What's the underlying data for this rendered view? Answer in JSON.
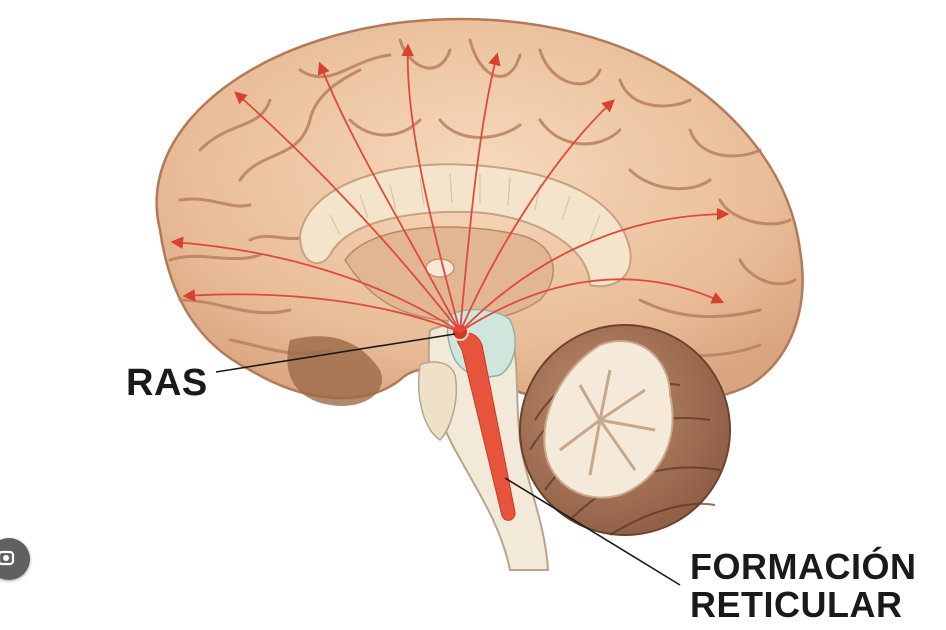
{
  "labels": {
    "ras": "RAS",
    "formacion_line1": "FORMACIÓN",
    "formacion_line2": "RETICULAR"
  },
  "colors": {
    "brain_skin": "#ebc2a0",
    "sulcus": "#b97f5d",
    "corpus": "#f4e4cc",
    "brainstem": "#f3e9d8",
    "midbrain": "#cfe6dc",
    "cerebellum": "#a7735a",
    "arrow_red": "#e04a3a",
    "reticular_red": "#e8543b"
  },
  "icons": [
    "lens-search-icon"
  ]
}
